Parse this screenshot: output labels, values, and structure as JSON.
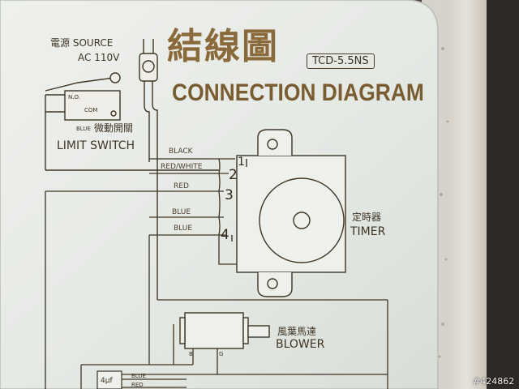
{
  "title": {
    "cjk": "結線圖",
    "english": "CONNECTION DIAGRAM",
    "model": "TCD-5.5NS"
  },
  "source": {
    "label_cjk": "電源",
    "label": "SOURCE",
    "voltage": "AC 110V"
  },
  "limit_switch": {
    "no": "N.O.",
    "com": "COM",
    "blue": "BLUE",
    "label_cjk": "微動開關",
    "label": "LIMIT SWITCH"
  },
  "wires": [
    "BLACK",
    "RED/WHITE",
    "RED",
    "BLUE",
    "BLUE"
  ],
  "terminals": [
    "1",
    "2",
    "3",
    "4"
  ],
  "timer": {
    "label_cjk": "定時器",
    "label": "TIMER"
  },
  "blower": {
    "label_cjk": "風葉馬達",
    "label": "BLOWER",
    "pin_b": "B",
    "pin_g": "G"
  },
  "capacitor": {
    "label": "4μf",
    "wire_blue": "BLUE",
    "wire_red": "RED"
  },
  "watermark": "#424862",
  "colors": {
    "panel": "#e8ebe6",
    "ink": "#3e3424",
    "gold": "#8a6a3a"
  }
}
